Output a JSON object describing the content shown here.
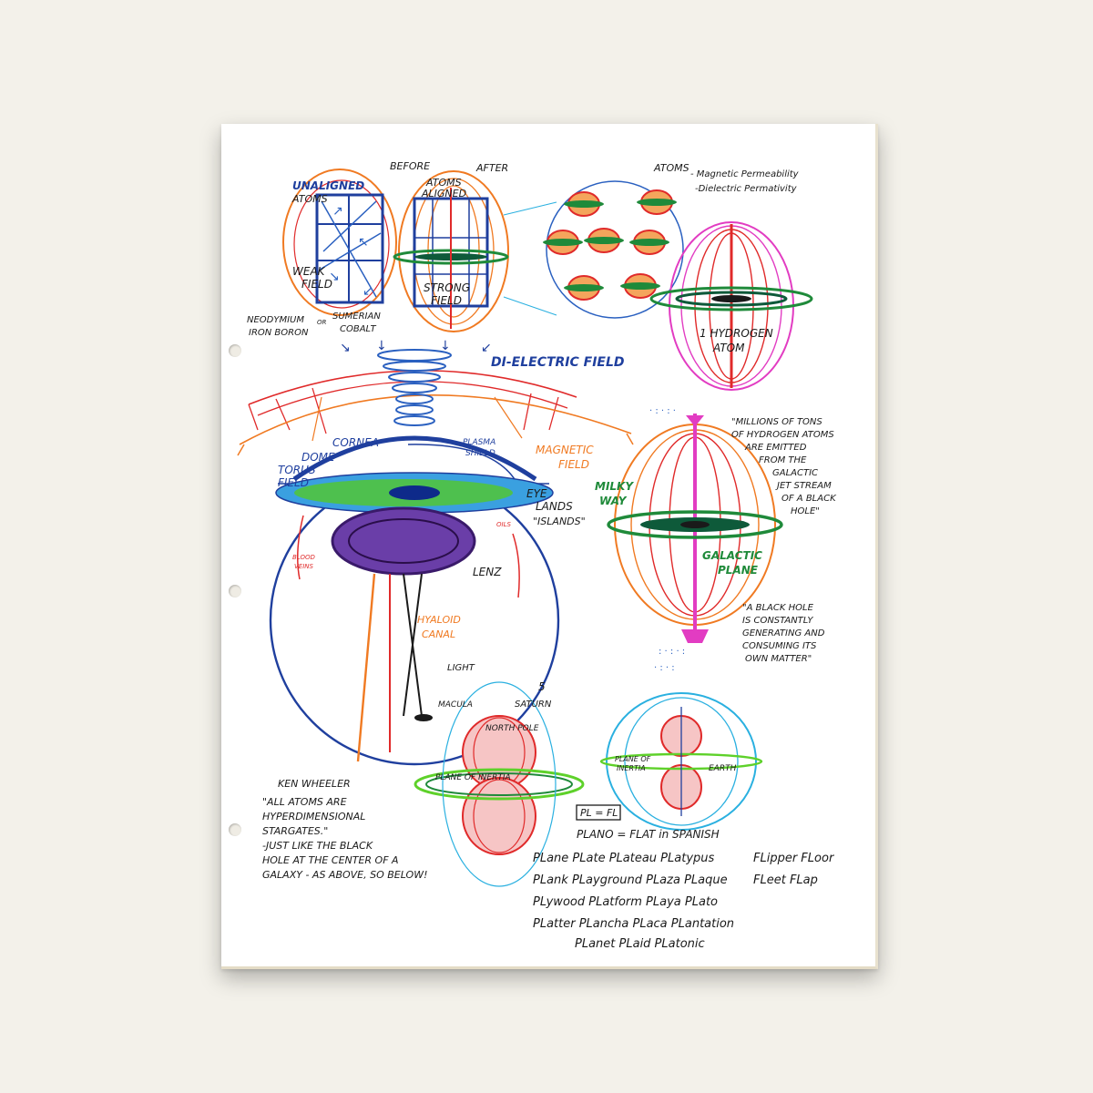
{
  "labels": {
    "unaligned": "UNALIGNED",
    "atoms_left": "ATOMS",
    "before": "BEFORE",
    "after": "AFTER",
    "atoms_aligned_1": "ATOMS",
    "atoms_aligned_2": "ALIGNED",
    "weak_1": "WEAK",
    "weak_2": "FIELD",
    "strong_1": "STRONG",
    "strong_2": "FIELD",
    "neodymium_1": "NEODYMIUM",
    "neodymium_2": "IRON BORON",
    "or": "OR",
    "sumerian_1": "SUMERIAN",
    "sumerian_2": "COBALT",
    "atoms_top": "ATOMS",
    "magnetic_perm": "- Magnetic Permeability",
    "dielectric_perm": "-Dielectric Permativity",
    "hydrogen_1": "1 HYDROGEN",
    "hydrogen_2": "ATOM",
    "dielectric_field": "DI-ELECTRIC FIELD",
    "cornea": "CORNEA",
    "dome": "DOME",
    "torus_1": "TORUS",
    "torus_2": "FIELD",
    "plasma_1": "PLASMA",
    "plasma_2": "SHIELD",
    "magnetic_1": "MAGNETIC",
    "magnetic_2": "FIELD",
    "eye_1": "EYE",
    "eye_2": "LANDS",
    "islands": "\"ISLANDS\"",
    "oils": "OILS",
    "blood_1": "BLOOD",
    "blood_2": "VEINS",
    "lenz": "LENZ",
    "hyaloid_1": "HYALOID",
    "hyaloid_2": "CANAL",
    "light": "LIGHT",
    "macula": "MACULA",
    "millions": [
      "\"MILLIONS OF TONS",
      "OF HYDROGEN ATOMS",
      "ARE EMITTED",
      "FROM THE",
      "GALACTIC",
      "JET STREAM",
      "OF A BLACK",
      "HOLE\""
    ],
    "milky_1": "MILKY",
    "milky_2": "WAY",
    "galactic_1": "GALACTIC",
    "galactic_2": "PLANE",
    "black_hole": [
      "\"A BLACK HOLE",
      "IS CONSTANTLY",
      "GENERATING AND",
      "CONSUMING ITS",
      "OWN MATTER\""
    ],
    "saturn_num": "5",
    "saturn": "SATURN",
    "north_pole": "NORTH POLE",
    "plane_inertia_saturn": "PLANE OF INERTIA",
    "plane_of": "PLANE OF",
    "inertia": "INERTIA",
    "earth": "EARTH",
    "quote": [
      "KEN WHEELER",
      "\"ALL ATOMS ARE",
      "HYPERDIMENSIONAL",
      "STARGATES.\"",
      "-JUST LIKE THE BLACK",
      "HOLE AT THE CENTER OF A",
      "GALAXY - AS ABOVE, SO BELOW!"
    ],
    "pl_fl": "PL = FL",
    "plano": "PLANO = FLAT in SPANISH",
    "words": [
      "PLane PLate PLateau PLatypus",
      "PLank PLayground PLaza PLaque",
      "PLywood PLatform PLaya PLato",
      "PLatter PLancha PLaca PLantation",
      "PLanet PLaid PLatonic"
    ],
    "fwords": [
      "FLipper FLoor",
      "FLeet FLap"
    ]
  },
  "colors": {
    "paper": "#ffffff",
    "backdrop": "#f3f1ea",
    "ink_black": "#1a1a1a",
    "ink_blue": "#1f3f9e",
    "ink_red": "#e02a2a",
    "ink_orange": "#f07a22",
    "ink_green": "#1f8a3a",
    "ink_dark_green": "#0e5a3a",
    "ink_pink": "#e23cc2",
    "ink_purple": "#4b1f7a",
    "ink_cyan": "#2ab0e0",
    "ink_light_green": "#5ed12a"
  }
}
